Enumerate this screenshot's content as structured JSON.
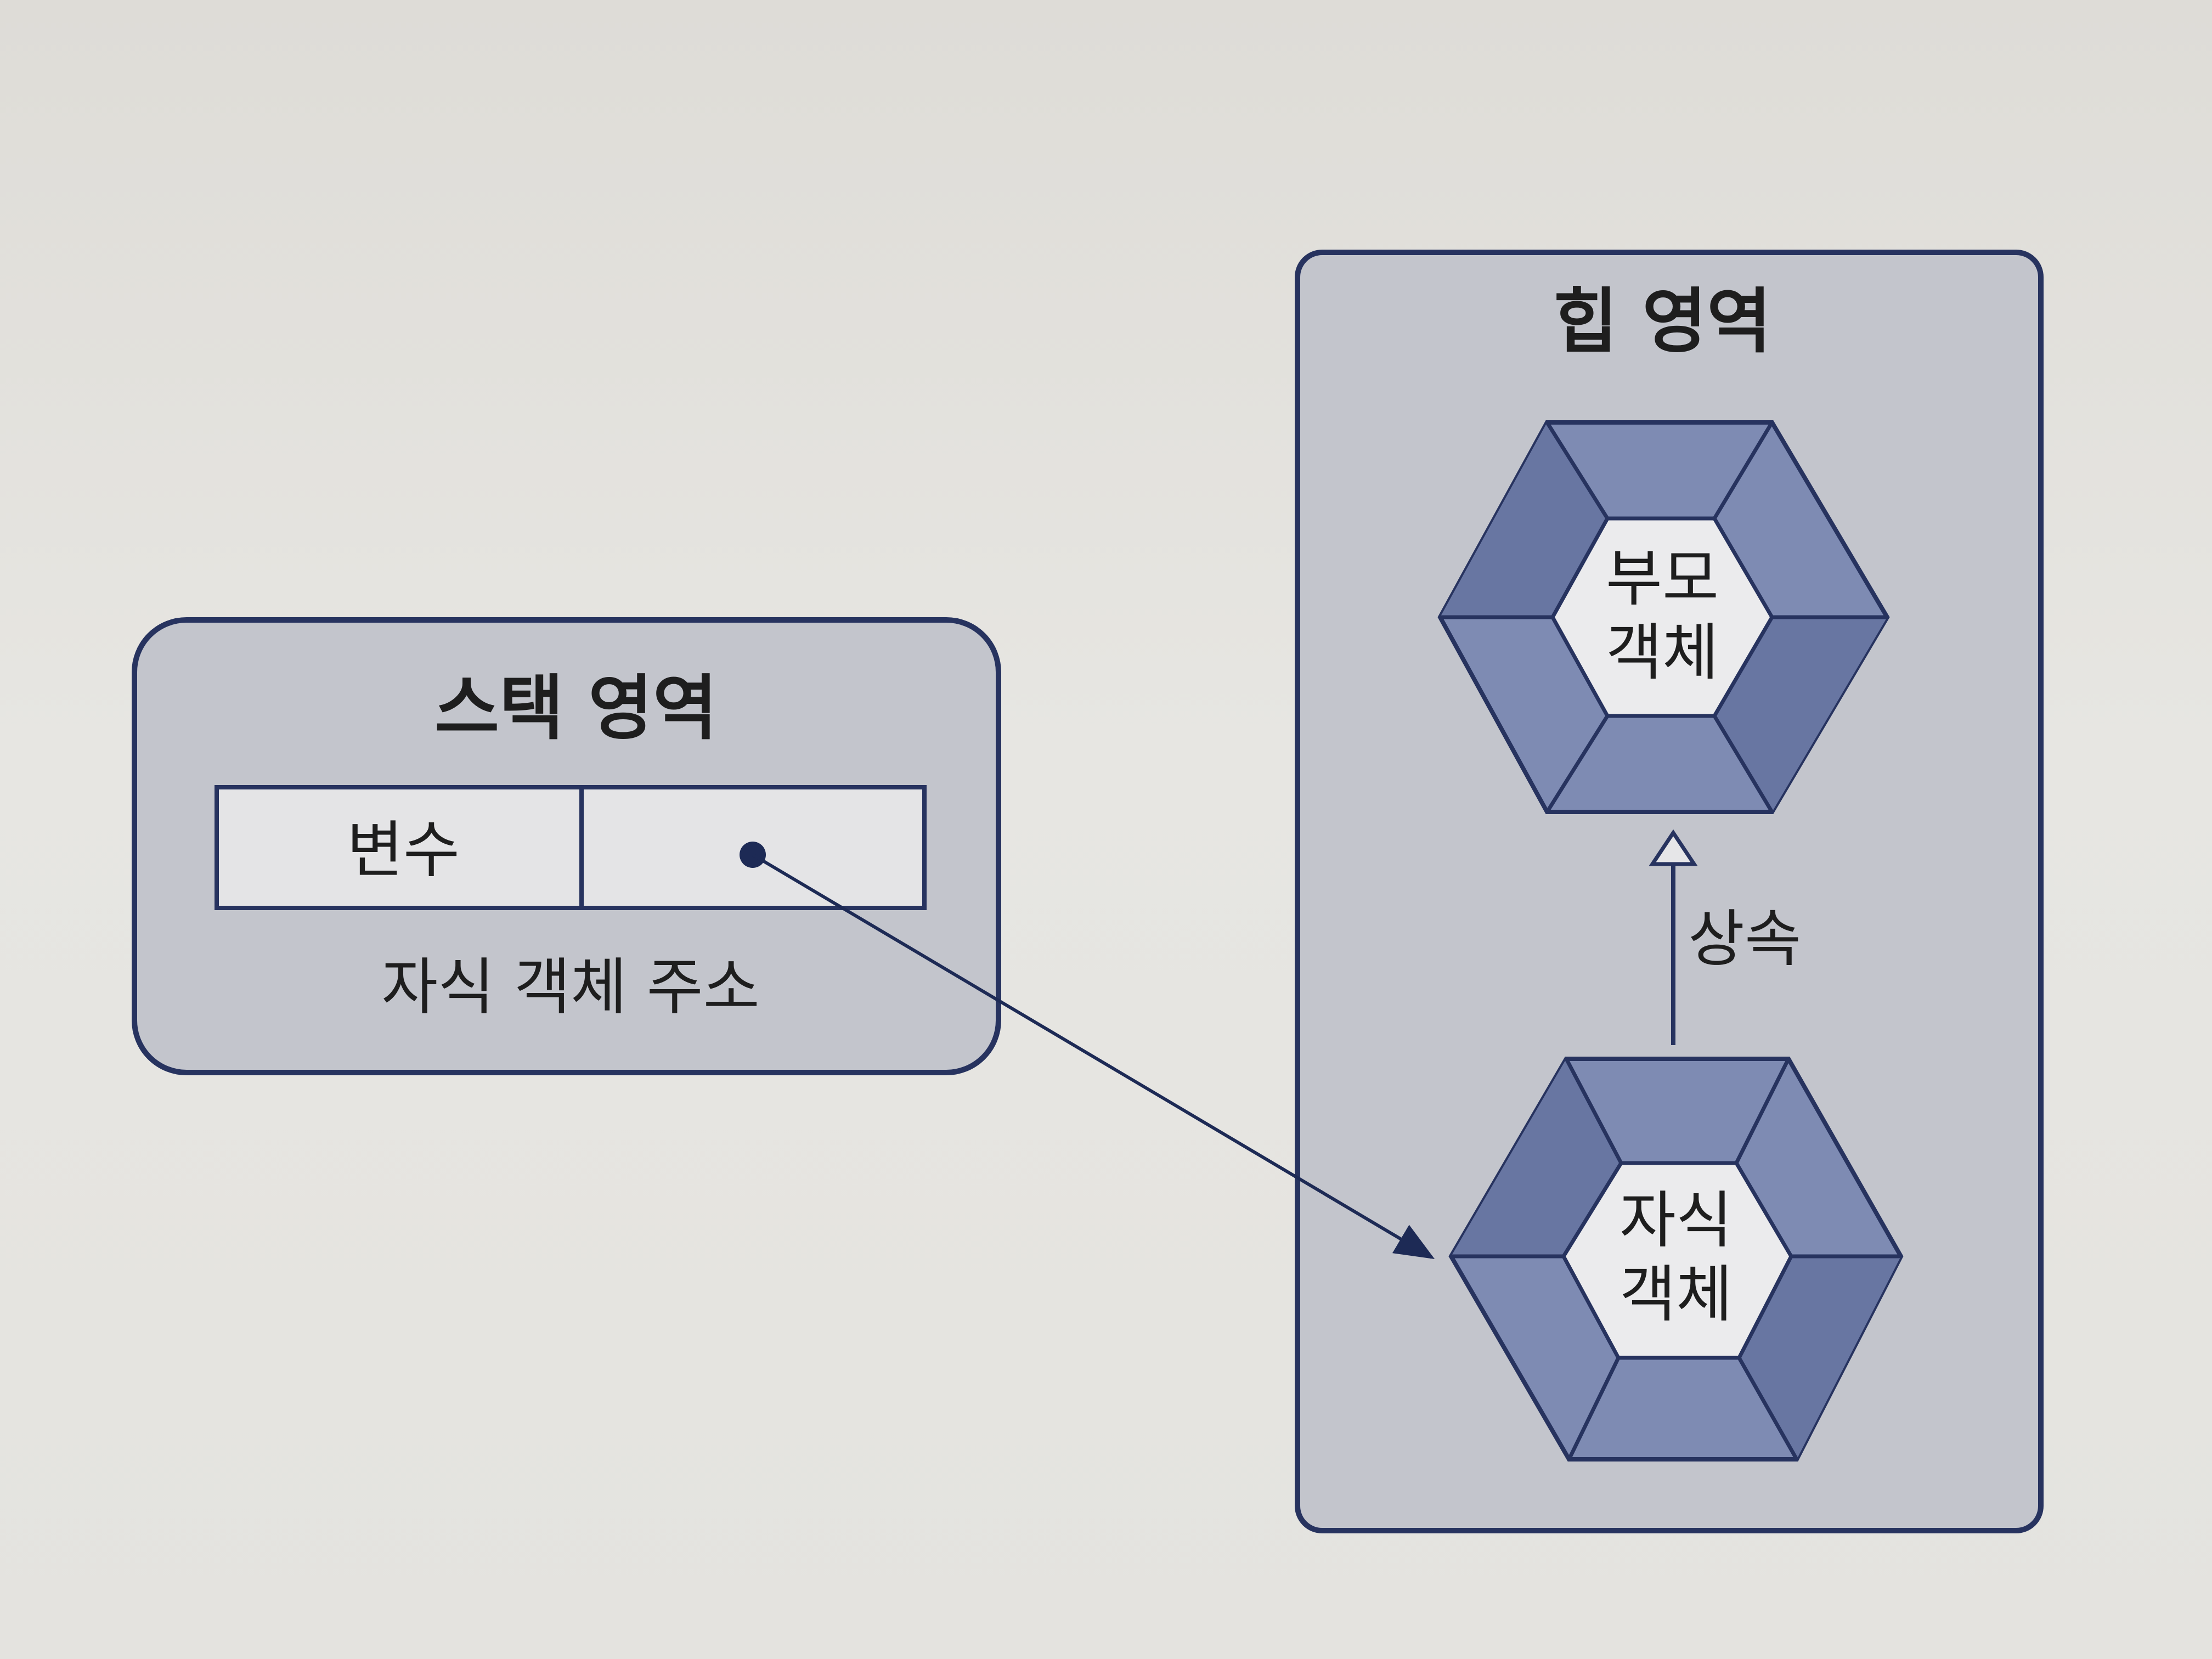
{
  "stack_area": {
    "title": "스택 영역",
    "variable_label": "변수",
    "caption": "자식 객체 주소"
  },
  "heap_area": {
    "title": "힙 영역",
    "parent_object": [
      "부모",
      "객체"
    ],
    "child_object": [
      "자식",
      "객체"
    ],
    "inheritance_label": "상속"
  },
  "colors": {
    "panel_fill": "#c3c5cc",
    "panel_stroke": "#27335f",
    "hex_outer": "#7e8bb3",
    "hex_dark": "#6876a2",
    "hex_center": "#ebebed",
    "arrow": "#1d2a55"
  }
}
